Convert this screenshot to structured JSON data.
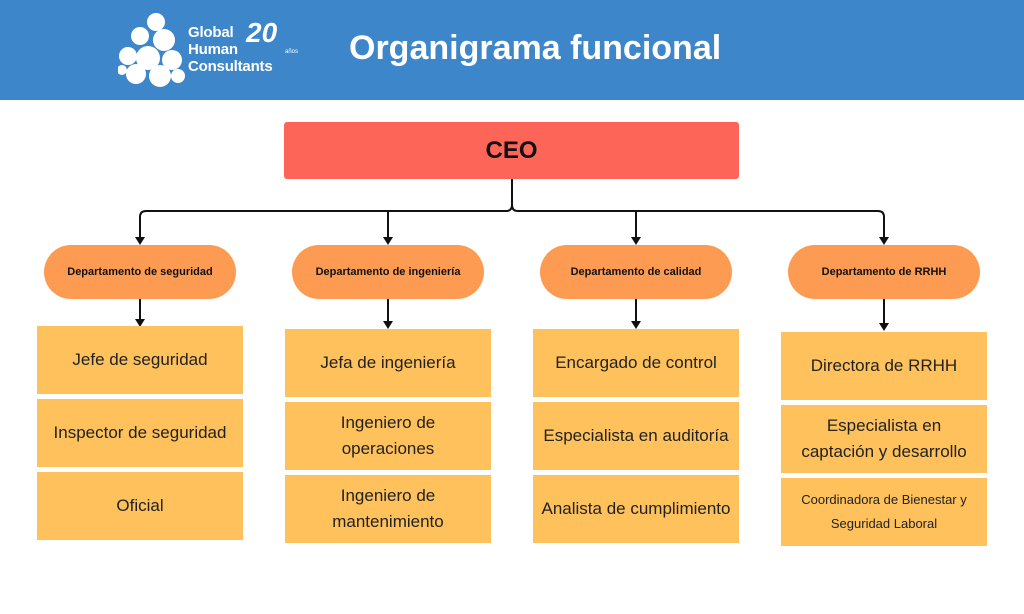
{
  "header": {
    "logo_text": [
      "Global",
      "Human",
      "Consultants"
    ],
    "logo_badge_number": "20",
    "logo_badge_sub": "años",
    "title": "Organigrama funcional",
    "background_color": "#3d86c9"
  },
  "chart": {
    "root": "CEO",
    "departments": [
      {
        "name": "Departamento de seguridad",
        "roles": [
          "Jefe de seguridad",
          "Inspector de seguridad",
          "Oficial"
        ]
      },
      {
        "name": "Departamento de ingeniería",
        "roles": [
          "Jefa de ingeniería",
          "Ingeniero de operaciones",
          "Ingeniero de mantenimiento"
        ]
      },
      {
        "name": "Departamento de calidad",
        "roles": [
          "Encargado de control",
          "Especialista en auditoría",
          "Analista de cumplimiento"
        ]
      },
      {
        "name": "Departamento de RRHH",
        "roles": [
          "Directora de RRHH",
          "Especialista en captación y desarrollo",
          "Coordinadora de Bienestar y Seguridad Laboral"
        ]
      }
    ],
    "colors": {
      "ceo": "#fe6559",
      "department": "#fe9b52",
      "role": "#fec15c",
      "line": "#111111"
    }
  }
}
